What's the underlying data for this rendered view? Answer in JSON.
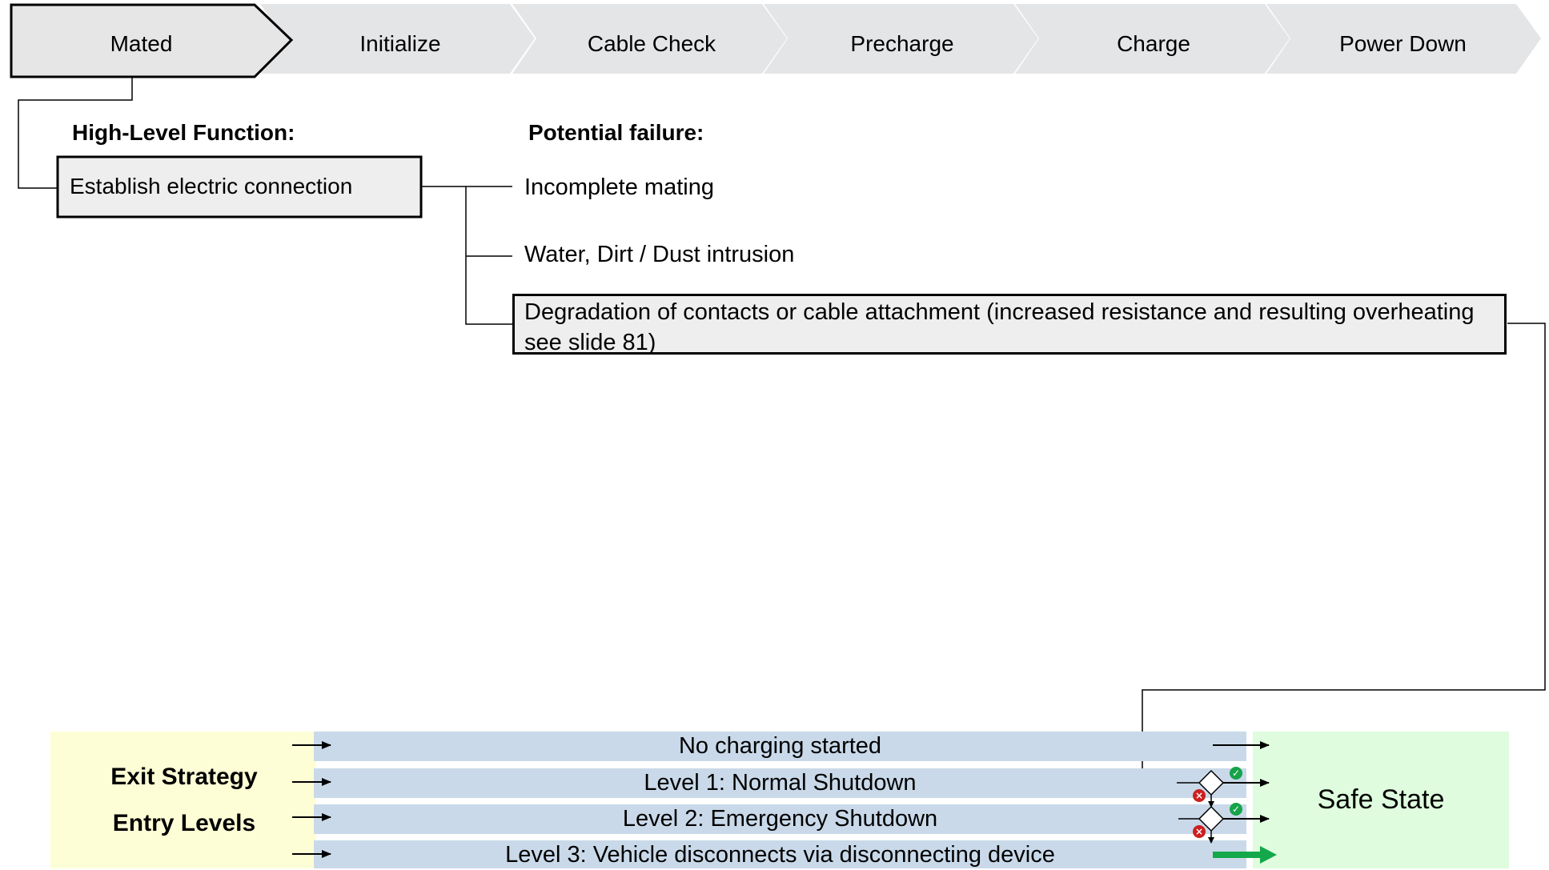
{
  "process_steps": [
    {
      "label": "Mated",
      "active": true
    },
    {
      "label": "Initialize",
      "active": false
    },
    {
      "label": "Cable Check",
      "active": false
    },
    {
      "label": "Precharge",
      "active": false
    },
    {
      "label": "Charge",
      "active": false
    },
    {
      "label": "Power Down",
      "active": false
    }
  ],
  "function": {
    "heading": "High-Level Function:",
    "name": "Establish electric connection"
  },
  "failures": {
    "heading": "Potential failure:",
    "items": [
      "Incomplete mating",
      "Water, Dirt / Dust intrusion",
      "Degradation of contacts or cable attachment (increased resistance and resulting overheating see slide 81)"
    ],
    "highlighted_index": 2
  },
  "exit_strategy": {
    "title": "Exit Strategy",
    "subtitle": "Entry Levels",
    "levels": [
      "No charging started",
      "Level 1: Normal Shutdown",
      "Level 2: Emergency Shutdown",
      "Level 3: Vehicle disconnects via disconnecting device"
    ],
    "result": "Safe State"
  },
  "colors": {
    "step_fill": "#e4e5e7",
    "active_step_fill": "#e6e6e6",
    "box_fill": "#eeeeee",
    "exit_panel": "#fefed6",
    "level_band": "#c9d9e9",
    "safe_panel": "#dffcdf",
    "ok": "#16a34a",
    "fail": "#cc1f1f",
    "highlight_arrow": "#13a84a"
  },
  "icons": [
    "check-icon",
    "cross-icon",
    "decision-diamond-icon",
    "arrow-right-icon"
  ]
}
